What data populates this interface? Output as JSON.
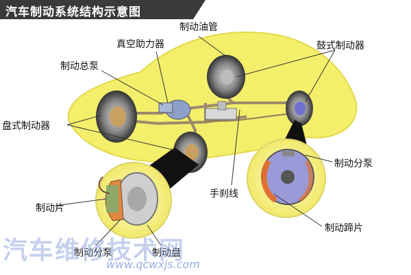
{
  "title": "汽车制动系统结构示意图",
  "labels": {
    "brake_oil_pipe": "制动油管",
    "vacuum_booster": "真空助力器",
    "drum_brake": "鼓式制动器",
    "master_cylinder": "制动总泵",
    "disc_brake": "盘式制动器",
    "wheel_cylinder_right": "制动分泵",
    "handbrake_cable": "手刹线",
    "brake_pad": "制动片",
    "brake_shoe": "制动蹄片",
    "wheel_cylinder_left": "制动分泵",
    "brake_disc": "制动盘"
  },
  "watermark": {
    "text": "汽车维修技术网",
    "url": "www.qcwxjs.com"
  },
  "colors": {
    "title_bg": "#3a3a3a",
    "car_body": "#f3ef6a",
    "pipe": "#9a8a6a",
    "rotor": "#8a8a8a",
    "inset_bg": "#f7f3a0"
  }
}
